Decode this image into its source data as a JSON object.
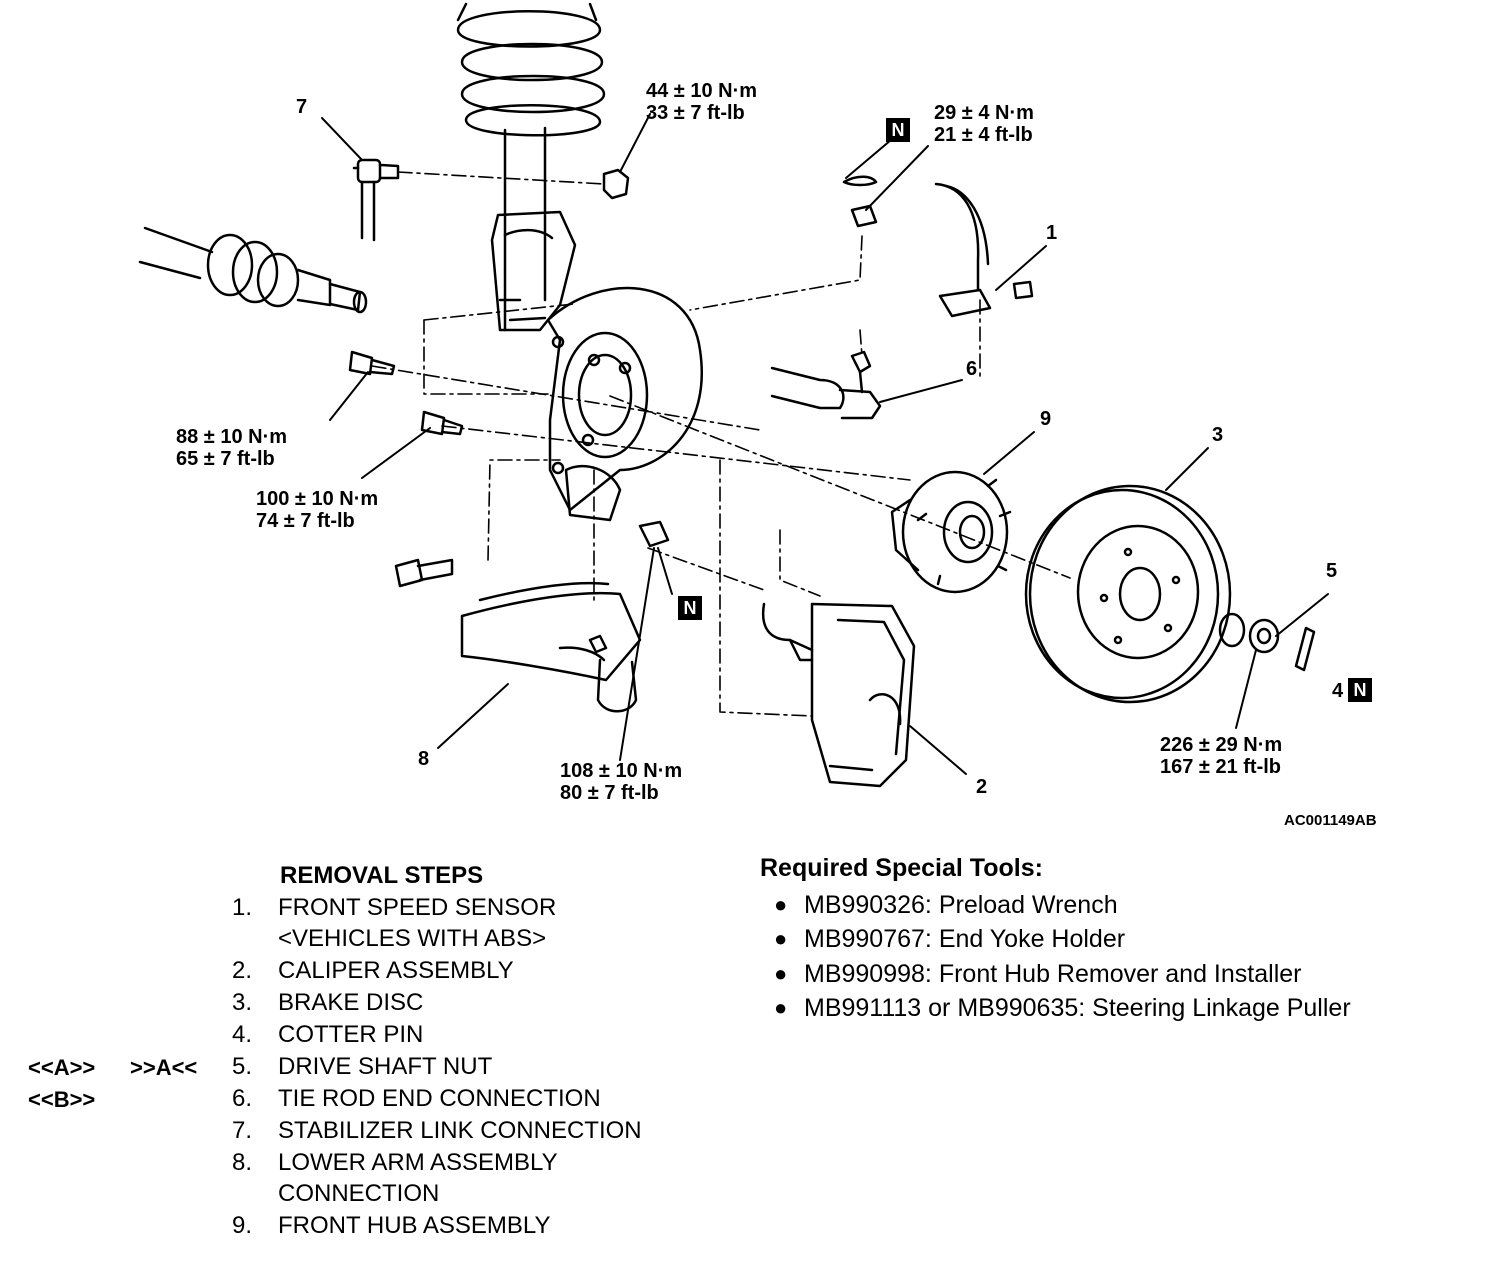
{
  "callouts": {
    "c1": "1",
    "c2": "2",
    "c3": "3",
    "c4": "4",
    "c5": "5",
    "c6": "6",
    "c7": "7",
    "c8": "8",
    "c9": "9"
  },
  "torques": {
    "strut_nut": {
      "metric": "44 ± 10 N·m",
      "imperial": "33 ± 7 ft-lb"
    },
    "tierod_nut": {
      "metric": "29 ± 4 N·m",
      "imperial": "21 ± 4 ft-lb"
    },
    "upper_bolt": {
      "metric": "88 ± 10 N·m",
      "imperial": "65 ± 7 ft-lb"
    },
    "lower_bolt": {
      "metric": "100 ± 10 N·m",
      "imperial": "74 ± 7 ft-lb"
    },
    "balljoint_nut": {
      "metric": "108 ± 10 N·m",
      "imperial": "80 ± 7 ft-lb"
    },
    "drive_shaft_nut": {
      "metric": "226 ± 29 N·m",
      "imperial": "167 ± 21 ft-lb"
    }
  },
  "badge_text": "N",
  "figure_code": "AC001149AB",
  "removal_steps": {
    "heading": "REMOVAL STEPS",
    "steps": [
      {
        "num": "1.",
        "text": "FRONT SPEED SENSOR",
        "text2": "<VEHICLES WITH ABS>"
      },
      {
        "num": "2.",
        "text": "CALIPER ASSEMBLY"
      },
      {
        "num": "3.",
        "text": "BRAKE DISC"
      },
      {
        "num": "4.",
        "text": "COTTER PIN"
      },
      {
        "num": "5.",
        "text": "DRIVE SHAFT NUT"
      },
      {
        "num": "6.",
        "text": "TIE ROD END CONNECTION"
      },
      {
        "num": "7.",
        "text": "STABILIZER LINK CONNECTION"
      },
      {
        "num": "8.",
        "text": "LOWER ARM ASSEMBLY",
        "text2": "CONNECTION"
      },
      {
        "num": "9.",
        "text": "FRONT HUB ASSEMBLY"
      }
    ],
    "markers": {
      "step5_removal": "<<A>>",
      "step5_install": ">>A<<",
      "step6_removal": "<<B>>"
    }
  },
  "special_tools": {
    "heading": "Required Special Tools:",
    "bullet": "●",
    "items": [
      "MB990326: Preload Wrench",
      "MB990767: End Yoke Holder",
      "MB990998: Front Hub Remover and Installer",
      "MB991113 or MB990635: Steering Linkage Puller"
    ]
  }
}
